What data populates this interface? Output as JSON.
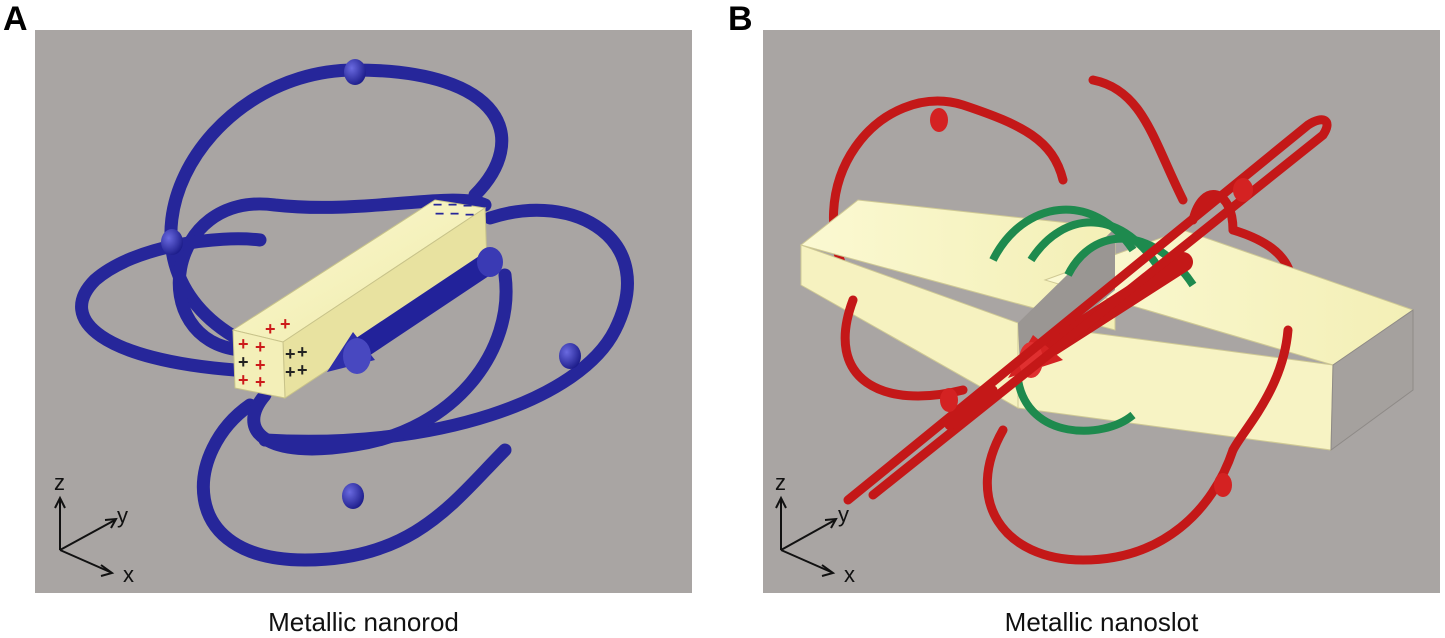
{
  "panels": [
    {
      "letter": "A",
      "caption": "Metallic nanorod",
      "axes": {
        "z": "z",
        "y": "y",
        "x": "x"
      },
      "charge_labels": {
        "positive": "+",
        "negative": "−"
      },
      "colors": {
        "background": "#a9a5a3",
        "field_lines": "#2a2a9e",
        "object": "#f7f4bf"
      }
    },
    {
      "letter": "B",
      "caption": "Metallic nanoslot",
      "axes": {
        "z": "z",
        "y": "y",
        "x": "x"
      },
      "colors": {
        "background": "#a9a5a3",
        "field_lines": "#cc1a1a",
        "loops": "#1e8a4e",
        "object": "#f7f4bf"
      }
    }
  ]
}
